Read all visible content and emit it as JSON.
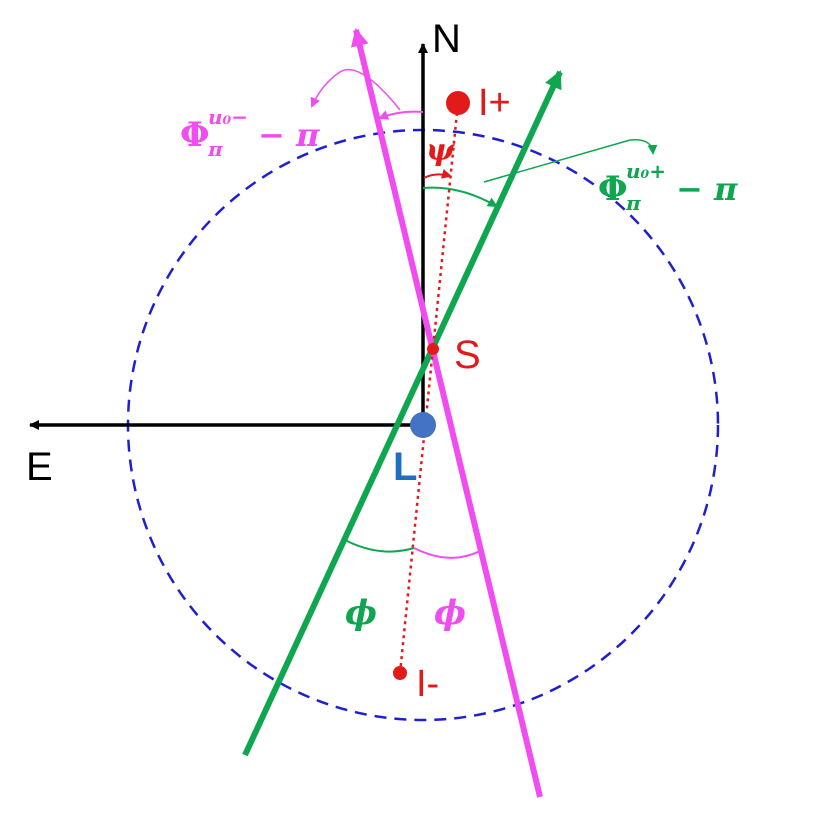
{
  "labels": {
    "north": "N",
    "east": "E",
    "lens": "L",
    "source": "S",
    "image_plus": "I+",
    "image_minus": "I-",
    "psi": "ψ",
    "phi_left": "ϕ",
    "phi_right": "ϕ",
    "pink_angle_base": "Φ",
    "pink_angle_sub": "π",
    "pink_angle_sup": "u₀−",
    "pink_angle_tail": " − π",
    "green_angle_base": "Φ",
    "green_angle_sub": "π",
    "green_angle_sup": "u₀+",
    "green_angle_tail": " − π"
  },
  "colors": {
    "axis": "#000000",
    "circle": "#1f1fd0",
    "green_line": "#0fa650",
    "pink_line": "#f04cf0",
    "image_axis": "#e31a1a",
    "lens_dot": "#4472c4",
    "lens_text": "#1f6fc0",
    "red_text": "#e31a1a"
  }
}
